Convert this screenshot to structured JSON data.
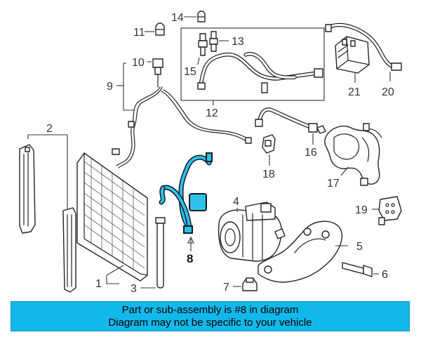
{
  "diagram": {
    "callouts": [
      "1",
      "2",
      "3",
      "4",
      "5",
      "6",
      "7",
      "8",
      "9",
      "10",
      "11",
      "12",
      "13",
      "14",
      "15",
      "16",
      "17",
      "18",
      "19",
      "20",
      "21"
    ],
    "highlighted_part": "8",
    "highlight_color": "#2fc0ea"
  },
  "banner": {
    "line1": "Part or sub-assembly is #8 in diagram",
    "line2": "Diagram may not be specific to your vehicle",
    "background": "#13b8ea"
  }
}
